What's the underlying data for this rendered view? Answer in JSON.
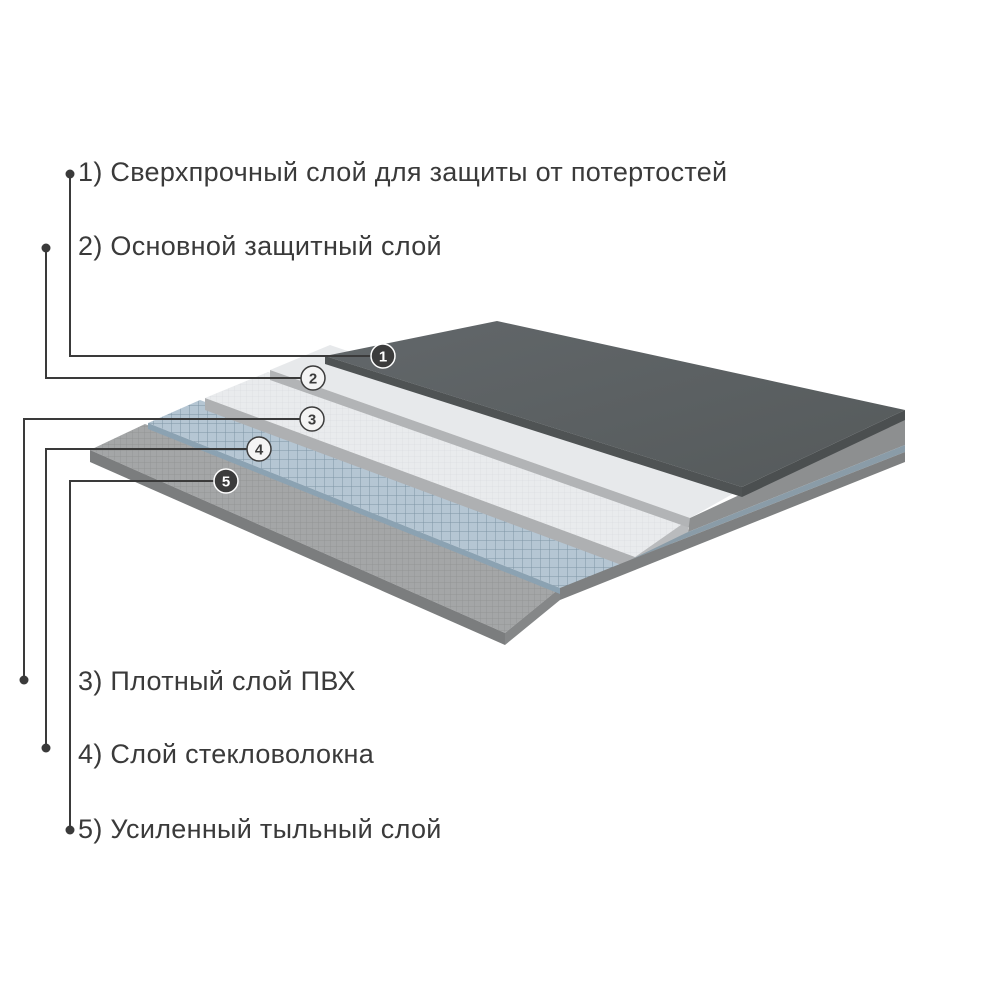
{
  "layers": [
    {
      "label": "1) Сверхпрочный слой для защиты от потертостей",
      "number": "1"
    },
    {
      "label": "2) Основной защитный слой",
      "number": "2"
    },
    {
      "label": "3) Плотный слой ПВХ",
      "number": "3"
    },
    {
      "label": "4) Слой стекловолокна",
      "number": "4"
    },
    {
      "label": "5) Усиленный тыльный слой",
      "number": "5"
    }
  ],
  "colors": {
    "top_layer": "#5c6160",
    "pvc_layer": "#e6e8ea",
    "dense_layer": "#d6d8da",
    "fiberglass_layer": "#a9bccb",
    "backing_layer": "#9c9e9f",
    "edge": "#7a7c7d",
    "leader_line": "#3a3a3a",
    "badge": "#3c3c3c"
  }
}
